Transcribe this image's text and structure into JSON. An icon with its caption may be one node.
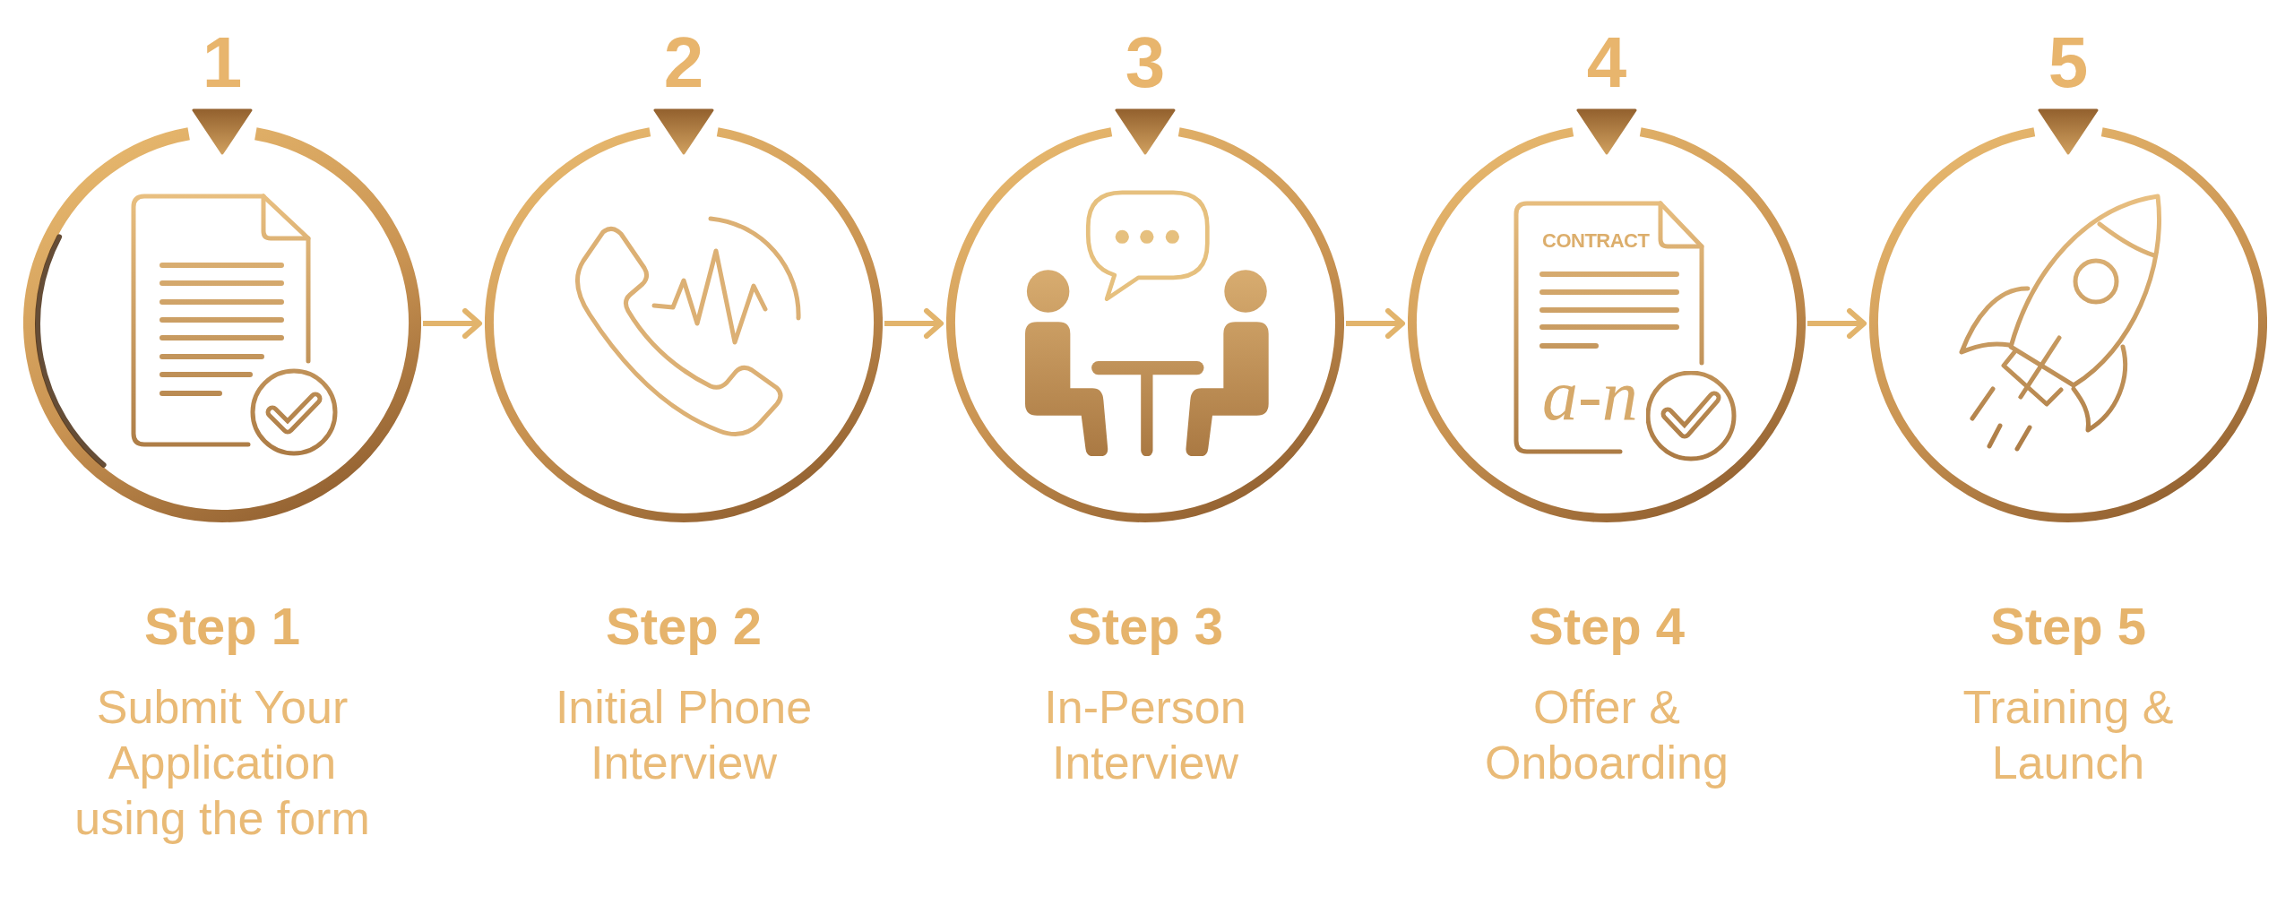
{
  "diagram": {
    "nodes": [
      {
        "text": [],
        "shape": "circle",
        "beside": [
          "1",
          "Step 1",
          "Submit Your Application using the form"
        ]
      },
      {
        "text": [],
        "shape": "circle",
        "beside": [
          "2",
          "Step 2",
          "Initial Phone Interview"
        ]
      },
      {
        "text": [],
        "shape": "circle",
        "beside": [
          "3",
          "Step 3",
          "In-Person Interview"
        ]
      },
      {
        "text": [],
        "shape": "circle",
        "beside": [
          "4",
          "Step 4",
          "Offer & Onboarding"
        ]
      },
      {
        "text": [],
        "shape": "circle",
        "beside": [
          "5",
          "Step 5",
          "Training & Launch"
        ]
      }
    ],
    "edges": [
      {
        "from": 0,
        "to": 1,
        "arrow": "to"
      },
      {
        "from": 1,
        "to": 2,
        "arrow": "to"
      },
      {
        "from": 2,
        "to": 3,
        "arrow": "to"
      },
      {
        "from": 3,
        "to": 4,
        "arrow": "to"
      }
    ],
    "labels": [
      "CONTRACT",
      "a-n"
    ]
  }
}
